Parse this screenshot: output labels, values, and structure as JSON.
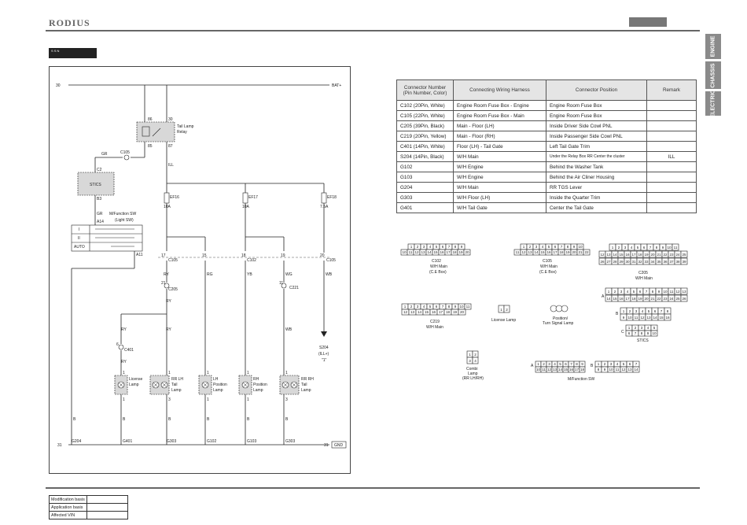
{
  "header": {
    "brand": "RODIUS"
  },
  "section_label": "S S N",
  "side_tabs": [
    {
      "label": "ENGINE"
    },
    {
      "label": "CHASSIS"
    },
    {
      "label": "ELECTRIC"
    }
  ],
  "diagram": {
    "rail_30": "30",
    "bat_label": "BAT+",
    "rail_31_left": "31",
    "rail_31_right": "31",
    "gnd_label": "GND",
    "relay_pins": {
      "p86": "86",
      "p30": "30",
      "p85": "85",
      "p87": "87"
    },
    "relay_label": [
      "Tail Lamp",
      "Relay"
    ],
    "ill_wire": "ILL",
    "gr_wire_1": "GR",
    "c105_top": "C105",
    "c2": "C2",
    "stics": "STICS",
    "b3": "B3",
    "gr_wire_2": "GR",
    "a14": "A14",
    "mfsw_label": [
      "M/Function SW",
      "(Light SW)"
    ],
    "switch_rows": [
      "I",
      "II",
      "AUTO"
    ],
    "a11": "A11",
    "fuses": [
      {
        "id": "EF16",
        "rating": "10A"
      },
      {
        "id": "EF17",
        "rating": "10A"
      },
      {
        "id": "EF18",
        "rating": "7.5A"
      }
    ],
    "pins": [
      {
        "num": "17",
        "conn": "C105"
      },
      {
        "num": "15",
        "conn": ""
      },
      {
        "num": "18",
        "conn": "C102"
      },
      {
        "num": "19",
        "conn": ""
      },
      {
        "num": "20",
        "conn": "C105"
      }
    ],
    "wire_colors": {
      "w1": "RY",
      "w2": "RG",
      "w3": "YB",
      "w4": "WG",
      "w5": "WB"
    },
    "c205_pin": "21",
    "c205": "C205",
    "ry_lower": "RY",
    "ry_left": "RY",
    "ry_mid": "RY",
    "c221_pin": "11",
    "c221": "C221",
    "wb_lower": "WB",
    "c401_pin": "6",
    "c401": "C401",
    "ry_c401": "RY",
    "s204": [
      "S204",
      "(ILL+)",
      "\"1\""
    ],
    "lamps": [
      {
        "label": [
          "License",
          "Lamp"
        ],
        "top_pin": "1",
        "bottom_pin": "1"
      },
      {
        "label": [
          "RR LH",
          "Tail",
          "Lamp"
        ],
        "top_pin": "1",
        "bottom_pin": "3"
      },
      {
        "label": [
          "LH",
          "Position",
          "Lamp"
        ],
        "top_pin": "1",
        "bottom_pin": "1"
      },
      {
        "label": [
          "RH",
          "Position",
          "Lamp"
        ],
        "top_pin": "1",
        "bottom_pin": "1"
      },
      {
        "label": [
          "RR RH",
          "Tail",
          "Lamp"
        ],
        "top_pin": "1",
        "bottom_pin": "3"
      }
    ],
    "ground_wires": [
      "B",
      "B",
      "B",
      "B",
      "B",
      "B"
    ],
    "grounds": [
      "G204",
      "G401",
      "G303",
      "G102",
      "G103",
      "G303"
    ]
  },
  "connector_table": {
    "headers": [
      "Connector Number (Pin Number, Color)",
      "Connecting Wiring Harness",
      "Connector Position",
      "Remark"
    ],
    "rows": [
      [
        "C102 (20Pin, White)",
        "Engine Room Fuse Box - Engine",
        "Engine Room Fuse Box",
        ""
      ],
      [
        "C105 (22Pin, White)",
        "Engine Room Fuse Box - Main",
        "Engine Room Fuse Box",
        ""
      ],
      [
        "C205 (39Pin, Black)",
        "Main - Floor (LH)",
        "Inside Driver Side Cowl PNL",
        ""
      ],
      [
        "C219 (20Pin, Yellow)",
        "Main - Floor (RH)",
        "Inside Passenger Side Cowl PNL",
        ""
      ],
      [
        "C401 (14Pin, White)",
        "Floor (LH) - Tail Gate",
        "Left Tail Gate Trim",
        ""
      ],
      [
        "S204 (14Pin, Black)",
        "W/H Main",
        "Under the Relay Box RR Center the cluster",
        "ILL"
      ],
      [
        "G102",
        "W/H Engine",
        "Behind the Washer Tank",
        ""
      ],
      [
        "G103",
        "W/H Engine",
        "Behind the Air Cliner Housing",
        ""
      ],
      [
        "G204",
        "W/H Main",
        "RR TGS Lever",
        ""
      ],
      [
        "G303",
        "W/H Floor (LH)",
        "Inside the Quarter Trim",
        ""
      ],
      [
        "G401",
        "W/H Tail Gate",
        "Center the Tail Gate",
        ""
      ]
    ]
  },
  "connector_views": {
    "c102": {
      "top": [
        "1",
        "2",
        "3",
        "4",
        "5",
        "6",
        "7",
        "8",
        "9"
      ],
      "bottom": [
        "10",
        "11",
        "12",
        "13",
        "14",
        "15",
        "16",
        "17",
        "18",
        "19",
        "20"
      ],
      "label": [
        "C102",
        "W/H Main",
        "(C.E Box)"
      ]
    },
    "c105": {
      "top": [
        "1",
        "2",
        "3",
        "4",
        "5",
        "6",
        "7",
        "8",
        "9",
        "10"
      ],
      "bottom": [
        "11",
        "12",
        "13",
        "14",
        "15",
        "16",
        "17",
        "18",
        "19",
        "20",
        "21",
        "22"
      ],
      "label": [
        "C105",
        "W/H Main",
        "(C.E Box)"
      ]
    },
    "c205": {
      "top": [
        "1",
        "2",
        "3",
        "4",
        "5",
        "6",
        "7",
        "8",
        "9",
        "10",
        "11"
      ],
      "mid": [
        "12",
        "13",
        "14",
        "15",
        "16",
        "17",
        "18",
        "19",
        "20",
        "21",
        "22",
        "23",
        "24",
        "25"
      ],
      "bottom": [
        "26",
        "27",
        "28",
        "29",
        "30",
        "31",
        "32",
        "33",
        "34",
        "35",
        "36",
        "37",
        "38",
        "39"
      ],
      "label": [
        "C205",
        "W/H Main"
      ]
    },
    "c219": {
      "top": [
        "1",
        "2",
        "3",
        "4",
        "5",
        "6",
        "7",
        "8",
        "9",
        "10",
        "11"
      ],
      "bottom": [
        "12",
        "13",
        "14",
        "15",
        "16",
        "17",
        "18",
        "19",
        "20"
      ],
      "label": [
        "C219",
        "W/H Main"
      ]
    },
    "license": {
      "pins": [
        "1",
        "2"
      ],
      "label": [
        "License Lamp"
      ]
    },
    "position": {
      "label": [
        "Position/",
        "Turn Signal Lamp"
      ]
    },
    "stics": {
      "rowA_top": [
        "1",
        "2",
        "3",
        "4",
        "5",
        "6",
        "7",
        "8",
        "9",
        "10",
        "11",
        "12",
        "13"
      ],
      "rowA_bottom": [
        "14",
        "15",
        "16",
        "17",
        "18",
        "19",
        "20",
        "21",
        "22",
        "23",
        "24",
        "25",
        "26"
      ],
      "rowB_top": [
        "1",
        "2",
        "3",
        "4",
        "5",
        "6",
        "7",
        "8"
      ],
      "rowB_bottom": [
        "9",
        "10",
        "11",
        "12",
        "13",
        "14",
        "15",
        "16"
      ],
      "rowC_top": [
        "1",
        "2",
        "3",
        "4",
        "5"
      ],
      "rowC_bottom": [
        "6",
        "7",
        "8",
        "9",
        "10"
      ],
      "letters": [
        "A",
        "B",
        "C"
      ],
      "label": "STICS"
    },
    "combi": {
      "pins": [
        "1",
        "2",
        "3",
        "4"
      ],
      "label": [
        "Combi",
        "Lamp",
        "(RR LH/RH)"
      ]
    },
    "mfsw": {
      "a_top": [
        "1",
        "2",
        "3",
        "4",
        "5",
        "6",
        "7",
        "8",
        "9"
      ],
      "a_bottom": [
        "10",
        "11",
        "12",
        "13",
        "14",
        "15",
        "16",
        "17",
        "18"
      ],
      "b_top": [
        "1",
        "2",
        "3",
        "4",
        "5",
        "6",
        "7"
      ],
      "b_bottom": [
        "8",
        "9",
        "10",
        "11",
        "12",
        "13",
        "14"
      ],
      "letters": [
        "A",
        "B"
      ],
      "label": "M/Function SW"
    }
  },
  "footer": {
    "rows": [
      {
        "label": "Modification basis",
        "value": ""
      },
      {
        "label": "Application basis",
        "value": ""
      },
      {
        "label": "Affected VIN",
        "value": ""
      }
    ]
  }
}
